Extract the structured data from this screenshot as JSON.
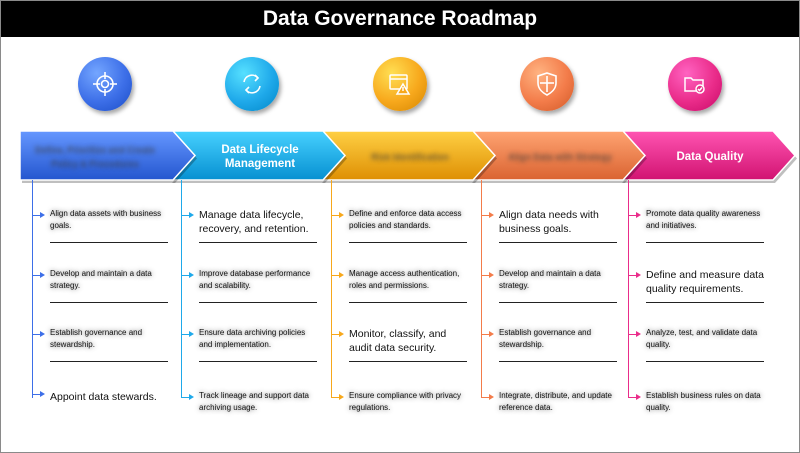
{
  "title": "Data Governance Roadmap",
  "stages": [
    {
      "label": "Define, Prioritize and Create Policy & Procedures",
      "label_blurred": true,
      "color": "#3d6fe8",
      "icon": "target-icon",
      "bullets": [
        {
          "text": "Align data assets with business goals.",
          "blurred": true
        },
        {
          "text": "Develop and maintain a data strategy.",
          "blurred": true
        },
        {
          "text": "Establish governance and stewardship.",
          "blurred": true
        },
        {
          "text": "Appoint data stewards.",
          "blurred": false
        }
      ]
    },
    {
      "label": "Data Lifecycle Management",
      "label_blurred": false,
      "color": "#1fa9ea",
      "icon": "refresh-cycle-icon",
      "bullets": [
        {
          "text": "Manage data lifecycle, recovery, and retention.",
          "blurred": false
        },
        {
          "text": "Improve database performance and scalability.",
          "blurred": true
        },
        {
          "text": "Ensure data archiving policies and implementation.",
          "blurred": true
        },
        {
          "text": "Track lineage and support data archiving usage.",
          "blurred": true
        }
      ]
    },
    {
      "label": "Risk Identification",
      "label_blurred": true,
      "color": "#f7a81c",
      "icon": "window-alert-icon",
      "bullets": [
        {
          "text": "Define and enforce data access policies and standards.",
          "blurred": true
        },
        {
          "text": "Manage access authentication, roles and permissions.",
          "blurred": true
        },
        {
          "text": "Monitor, classify, and audit data security.",
          "blurred": false
        },
        {
          "text": "Ensure compliance with privacy regulations.",
          "blurred": true
        }
      ]
    },
    {
      "label": "Align Data with Strategy",
      "label_blurred": true,
      "color": "#f37c4a",
      "icon": "shield-icon",
      "bullets": [
        {
          "text": "Align data needs with business goals.",
          "blurred": false
        },
        {
          "text": "Develop and maintain a data strategy.",
          "blurred": true
        },
        {
          "text": "Establish governance and stewardship.",
          "blurred": true
        },
        {
          "text": "Integrate, distribute, and update reference data.",
          "blurred": true
        }
      ]
    },
    {
      "label": "Data Quality",
      "label_blurred": false,
      "color": "#ea2c8a",
      "icon": "folder-check-icon",
      "bullets": [
        {
          "text": "Promote data quality awareness and initiatives.",
          "blurred": true
        },
        {
          "text": "Define and measure data quality requirements.",
          "blurred": false
        },
        {
          "text": "Analyze, test, and validate data quality.",
          "blurred": true
        },
        {
          "text": "Establish business rules on data quality.",
          "blurred": true
        }
      ]
    }
  ]
}
